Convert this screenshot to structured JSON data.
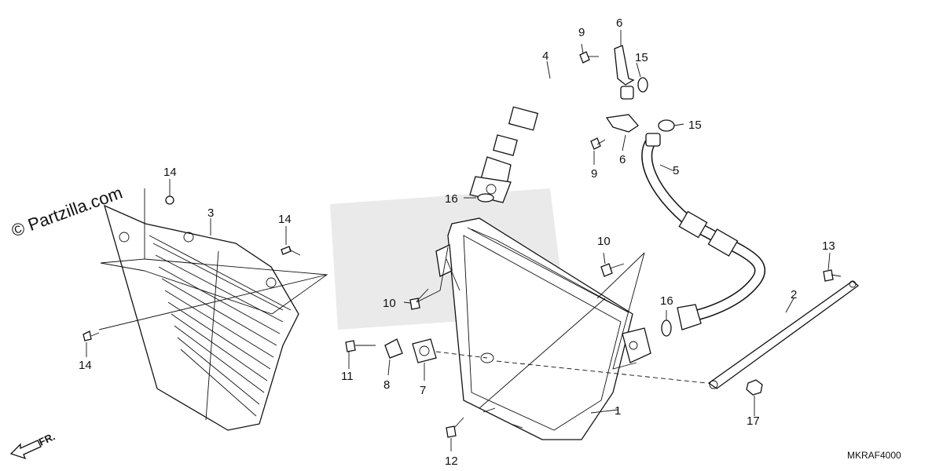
{
  "watermark": "© Partzilla.com",
  "direction_label": "FR.",
  "diagram_code": "MKRAF4000",
  "labels": {
    "l1": "1",
    "l2": "2",
    "l3": "3",
    "l4": "4",
    "l5": "5",
    "l6a": "6",
    "l6b": "6",
    "l7": "7",
    "l8": "8",
    "l9a": "9",
    "l9b": "9",
    "l10a": "10",
    "l10b": "10",
    "l11": "11",
    "l12": "12",
    "l13": "13",
    "l14a": "14",
    "l14b": "14",
    "l14c": "14",
    "l15a": "15",
    "l15b": "15",
    "l16a": "16",
    "l16b": "16",
    "l17": "17"
  },
  "colors": {
    "line": "#111111",
    "background": "#ffffff",
    "ghost_logo": "#d9d9d9"
  }
}
